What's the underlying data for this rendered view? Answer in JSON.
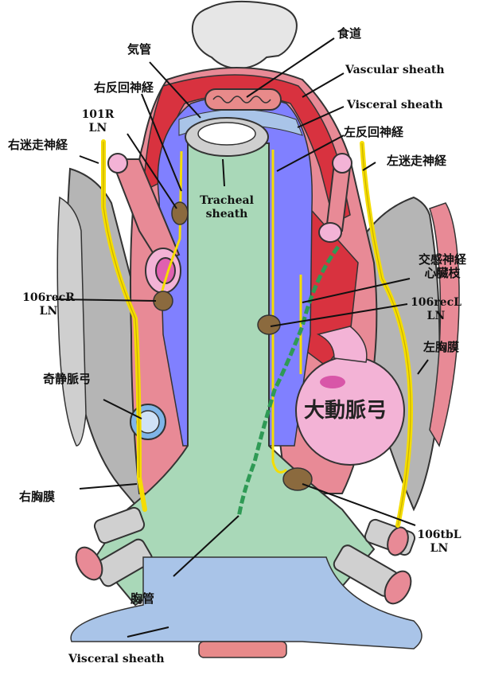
{
  "labels": {
    "kikan": "気管",
    "shokudo": "食道",
    "vascular_sheath": "Vascular sheath",
    "visceral_sheath_top": "Visceral sheath",
    "right_recurrent_nerve": "右反回神経",
    "left_recurrent_nerve": "左反回神経",
    "ln_101r_line1": "101R",
    "ln_101r_line2": "LN",
    "right_vagus": "右迷走神経",
    "left_vagus": "左迷走神経",
    "tracheal_sheath_line1": "Tracheal",
    "tracheal_sheath_line2": "sheath",
    "sympathetic_line1": "交感神経",
    "sympathetic_line2": "心臓枝",
    "ln_106recr_line1": "106recR",
    "ln_106recr_line2": "LN",
    "ln_106recl_line1": "106recL",
    "ln_106recl_line2": "LN",
    "left_pleura": "左胸膜",
    "azygos_arch": "奇静脈弓",
    "aortic_arch": "大動脈弓",
    "right_pleura": "右胸膜",
    "ln_106tbl_line1": "106tbL",
    "ln_106tbl_line2": "LN",
    "thoracic_duct": "胸管",
    "visceral_sheath_bottom": "Visceral sheath"
  },
  "colors": {
    "trachea": "#a9d8b8",
    "vascular_sheath": "#e88a96",
    "artery_red": "#d8323f",
    "visceral_blue": "#8080ff",
    "visceral_light": "#a9c4e8",
    "nerve_yellow": "#f5dd00",
    "lymph_node": "#8b6a3e",
    "pleura_gray": "#a0a0a0",
    "aorta_pink": "#f3b3d6",
    "esophagus": "#e88a8a",
    "thoracic_duct": "#2f9a55"
  }
}
